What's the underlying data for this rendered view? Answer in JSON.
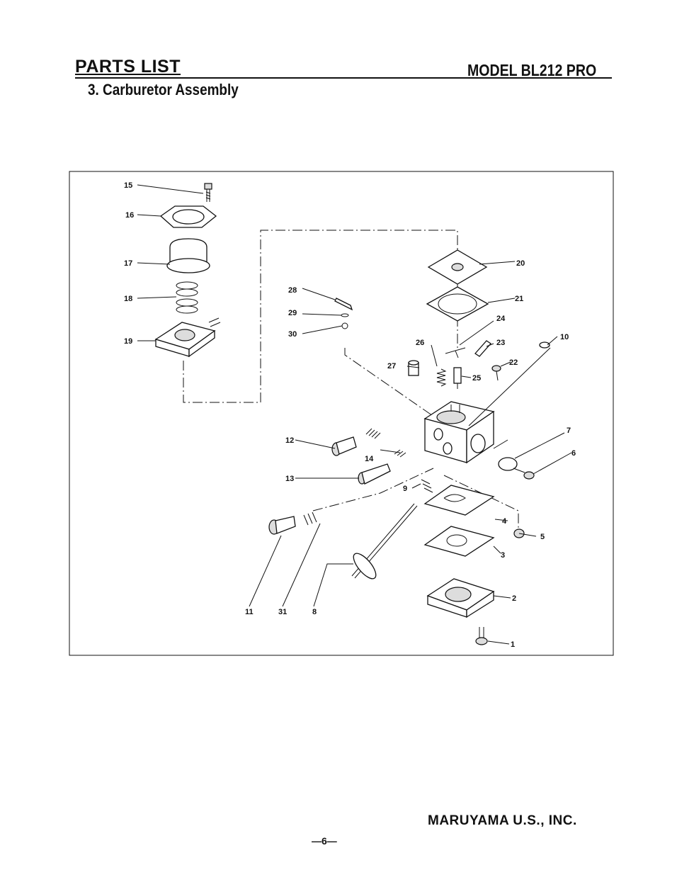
{
  "header": {
    "title": "PARTS LIST",
    "model": "MODEL BL212 PRO",
    "section": "3. Carburetor Assembly"
  },
  "diagram": {
    "part_labels": [
      "1",
      "2",
      "3",
      "4",
      "5",
      "6",
      "7",
      "8",
      "9",
      "10",
      "11",
      "12",
      "13",
      "14",
      "15",
      "16",
      "17",
      "18",
      "19",
      "20",
      "21",
      "22",
      "23",
      "24",
      "25",
      "26",
      "27",
      "28",
      "29",
      "30",
      "31"
    ]
  },
  "footer": {
    "company": "MARUYAMA U.S., INC.",
    "page": "—6—"
  }
}
